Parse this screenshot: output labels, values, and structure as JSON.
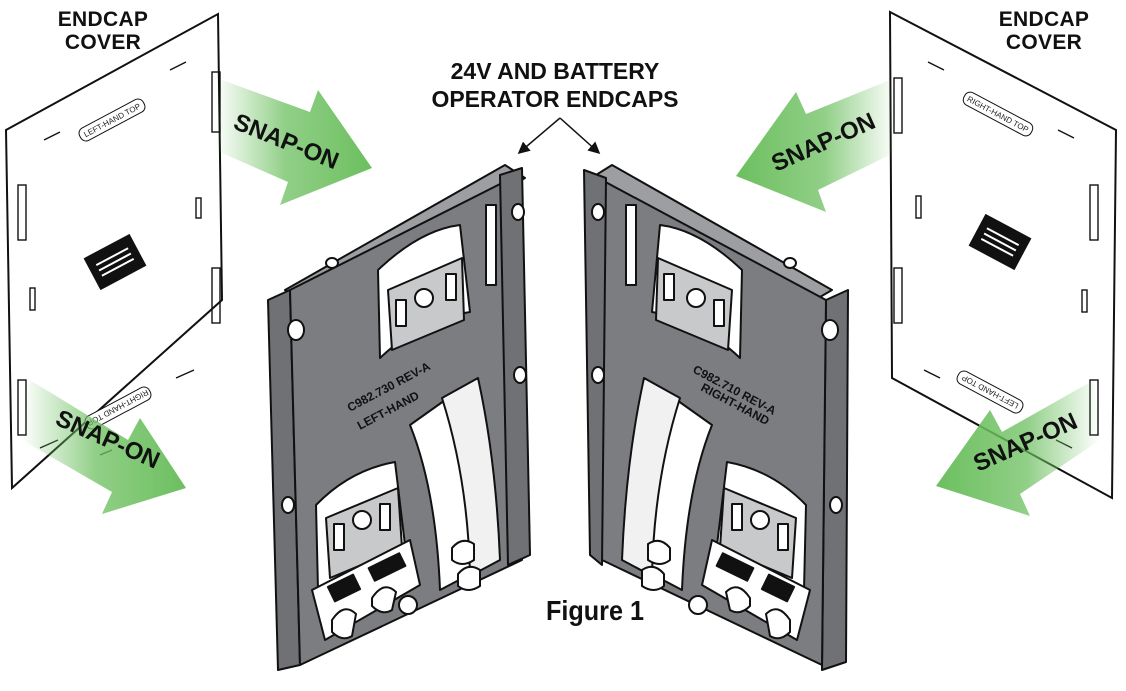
{
  "left_cover_label": [
    "ENDCAP",
    "COVER"
  ],
  "right_cover_label": [
    "ENDCAP",
    "COVER"
  ],
  "title": [
    "24V AND BATTERY",
    "OPERATOR ENDCAPS"
  ],
  "snap_on_label": "SNAP-ON",
  "figure_label": "Figure 1",
  "left_endcap": {
    "part_number": "C982.730 REV-A",
    "side": "LEFT-HAND"
  },
  "right_endcap": {
    "part_number": "C982.710 REV-A",
    "side": "RIGHT-HAND"
  },
  "cover_tags": {
    "left_hand_top": "LEFT-HAND TOP",
    "right_hand_top": "RIGHT-HAND TOP"
  },
  "colors": {
    "arrow_green": "#6cbf5f",
    "endcap_gray": "#7b7d80",
    "outline": "#111111"
  }
}
